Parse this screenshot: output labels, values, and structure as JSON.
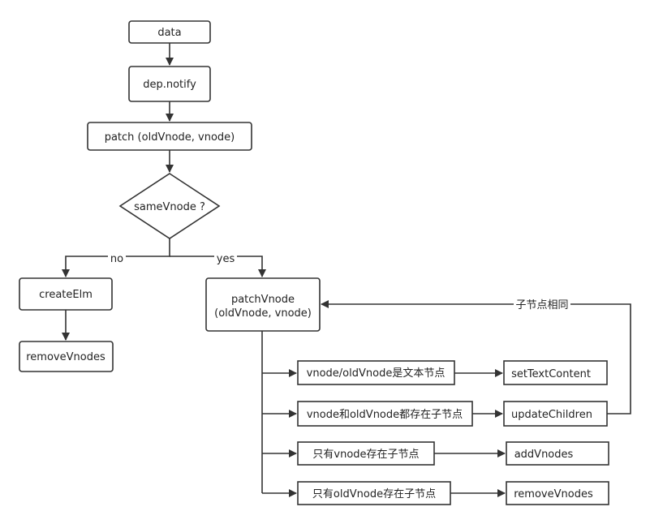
{
  "nodes": {
    "data": "data",
    "dep_notify": "dep.notify",
    "patch": "patch (oldVnode, vnode)",
    "same_vnode": "sameVnode ?",
    "create_elm": "createElm",
    "remove_vnodes_left": "removeVnodes",
    "patch_vnode_line1": "patchVnode",
    "patch_vnode_line2": "(oldVnode, vnode)",
    "case_text": "vnode/oldVnode是文本节点",
    "case_both_children": "vnode和oldVnode都存在子节点",
    "case_vnode_children": "只有vnode存在子节点",
    "case_old_children": "只有oldVnode存在子节点",
    "set_text_content": "setTextContent",
    "update_children": "updateChildren",
    "add_vnodes": "addVnodes",
    "remove_vnodes_right": "removeVnodes"
  },
  "edges": {
    "no_label": "no",
    "yes_label": "yes",
    "same_children_label": "子节点相同"
  },
  "colors": {
    "stroke": "#333333",
    "fill": "#ffffff",
    "text": "#222222"
  }
}
